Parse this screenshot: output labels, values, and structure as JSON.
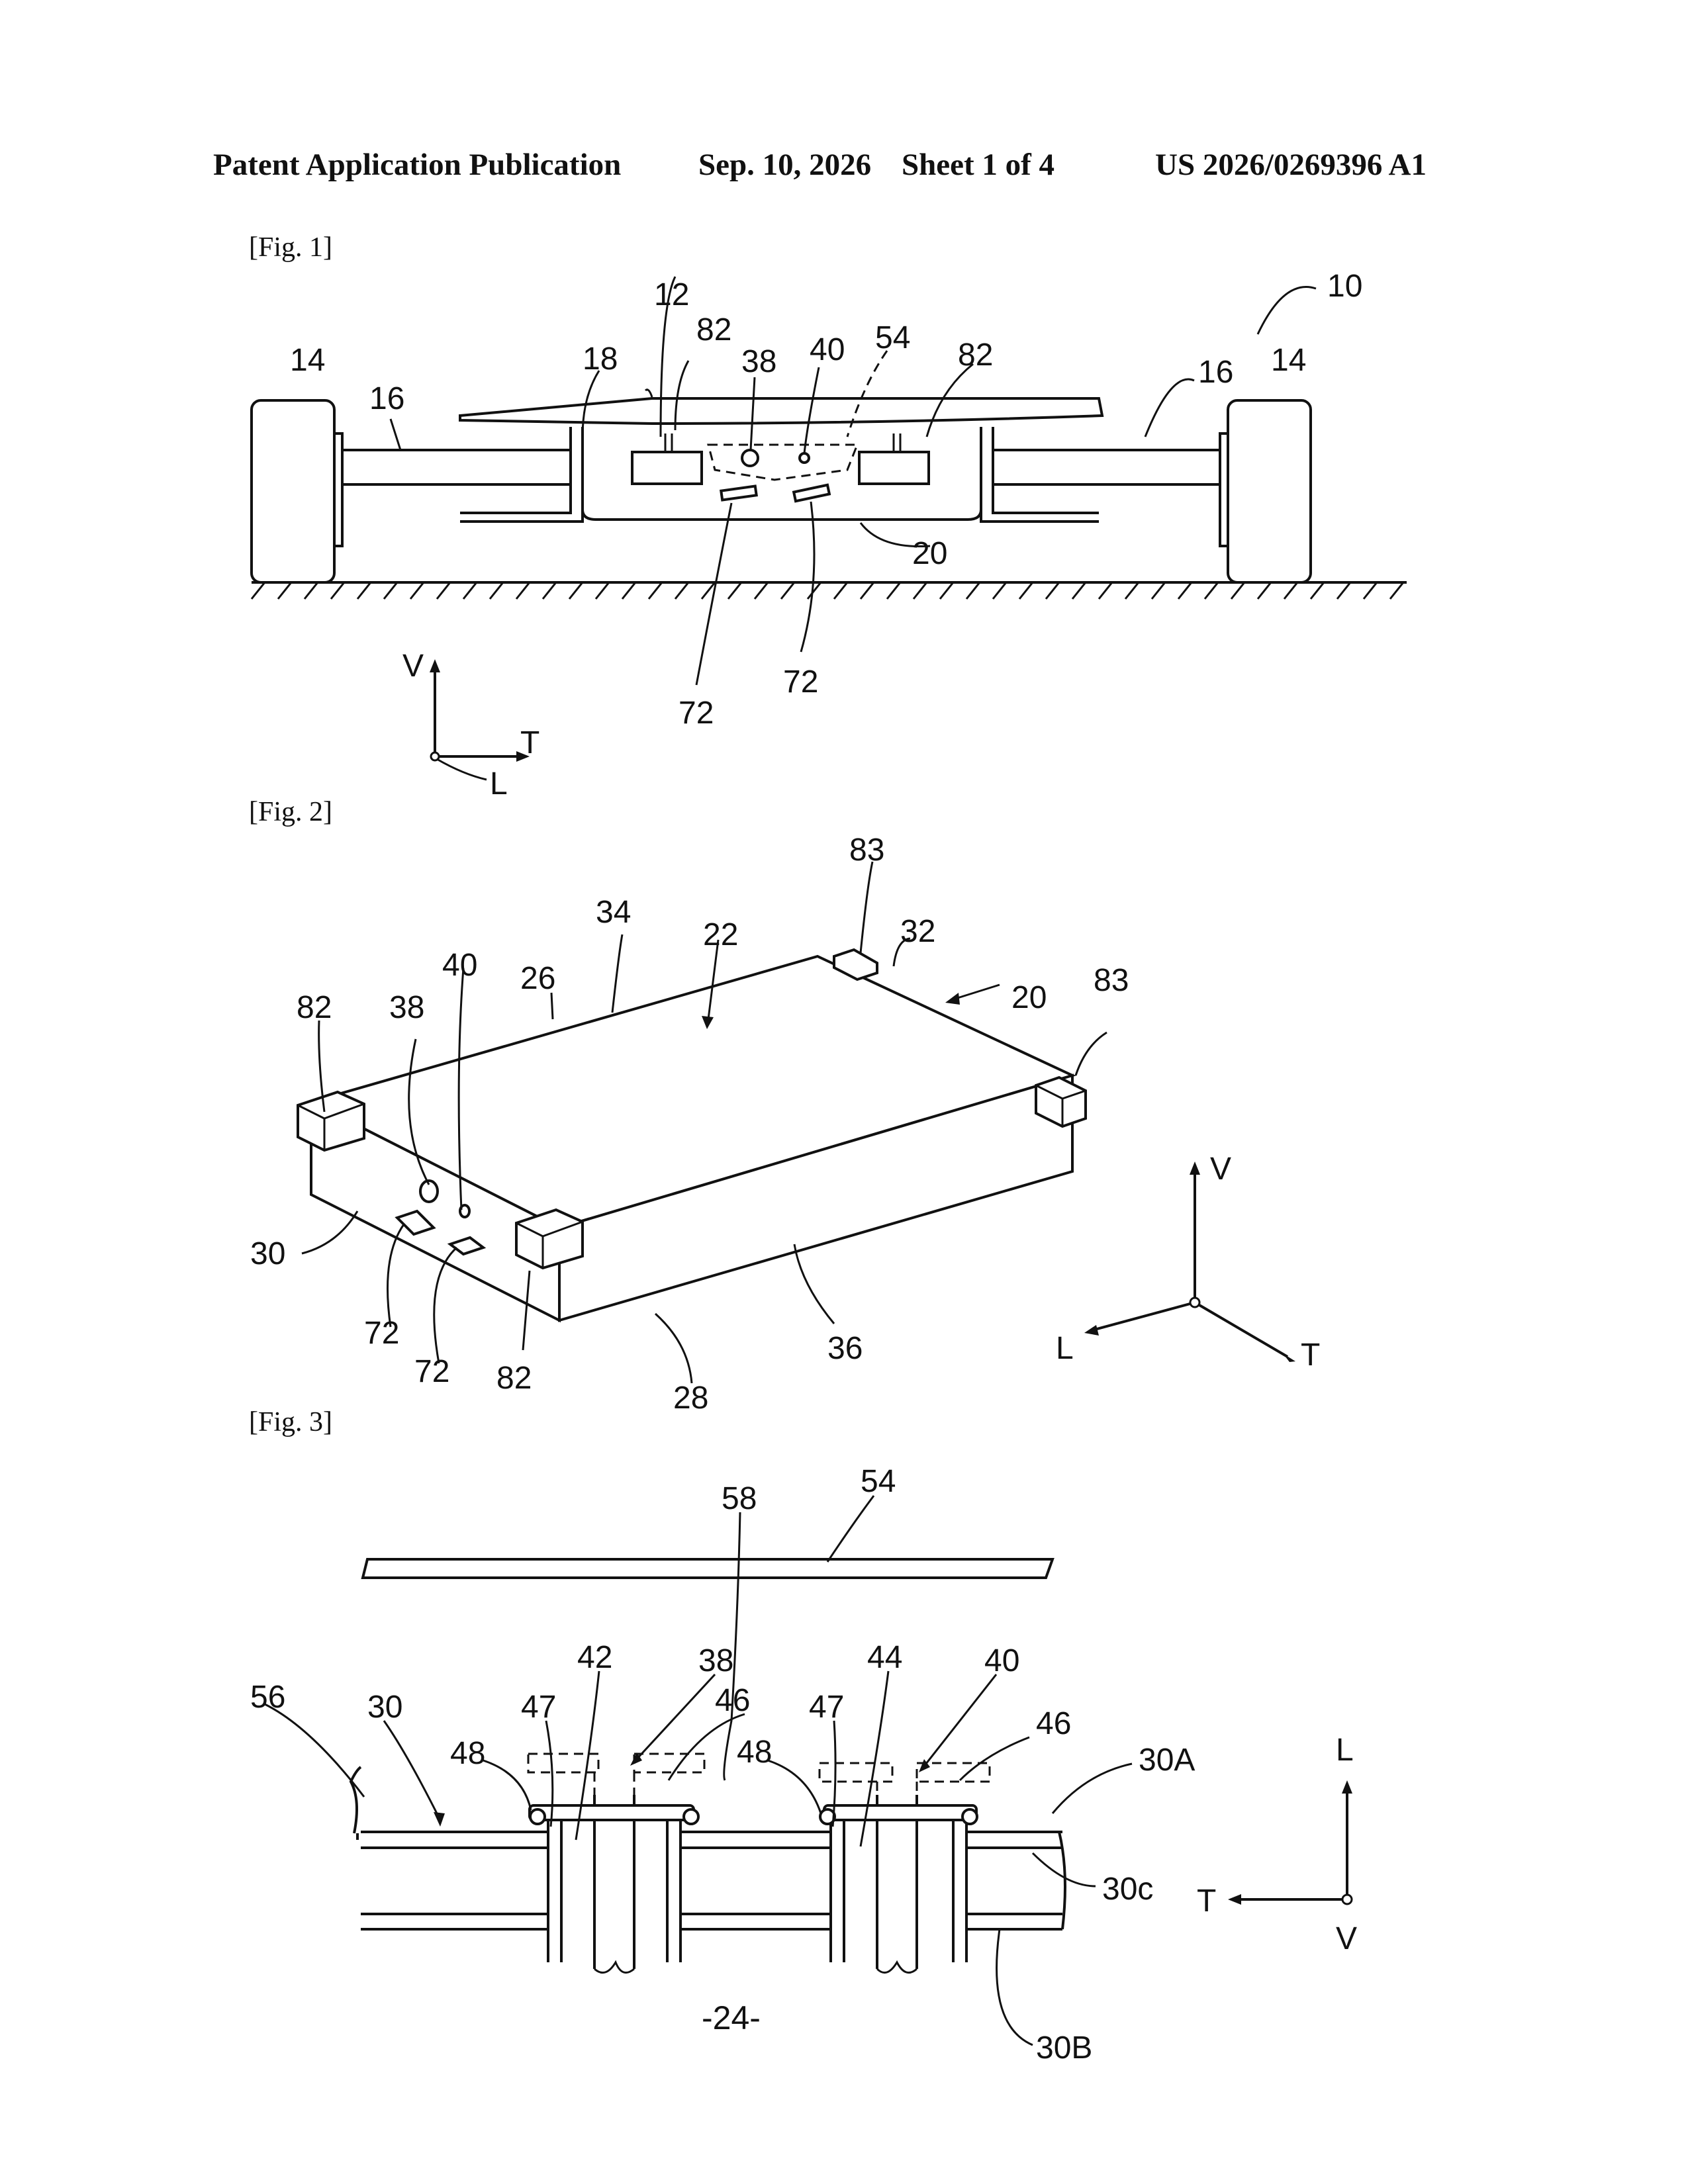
{
  "header": {
    "publication": "Patent Application Publication",
    "date": "Sep. 10, 2026",
    "sheet": "Sheet 1 of 4",
    "number": "US 2026/0269396 A1"
  },
  "figures": [
    {
      "label": "[Fig. 1]"
    },
    {
      "label": "[Fig. 2]"
    },
    {
      "label": "[Fig. 3]"
    }
  ],
  "fig1": {
    "refs": [
      "10",
      "12",
      "14",
      "14",
      "16",
      "16",
      "18",
      "82",
      "82",
      "38",
      "40",
      "54",
      "72",
      "72",
      "20"
    ],
    "axes": {
      "v": "V",
      "t": "T",
      "l": "L"
    }
  },
  "fig2": {
    "refs": [
      "83",
      "32",
      "20",
      "83",
      "34",
      "22",
      "40",
      "26",
      "82",
      "38",
      "30",
      "72",
      "72",
      "82",
      "28",
      "36"
    ],
    "axes": {
      "v": "V",
      "l": "L",
      "t": "T"
    }
  },
  "fig3": {
    "refs": [
      "58",
      "54",
      "56",
      "30",
      "47",
      "42",
      "38",
      "46",
      "48",
      "47",
      "44",
      "40",
      "46",
      "48",
      "30A",
      "30c",
      "30B"
    ],
    "axes": {
      "l": "L",
      "t": "T",
      "v": "V"
    }
  },
  "page_number": "-24-"
}
